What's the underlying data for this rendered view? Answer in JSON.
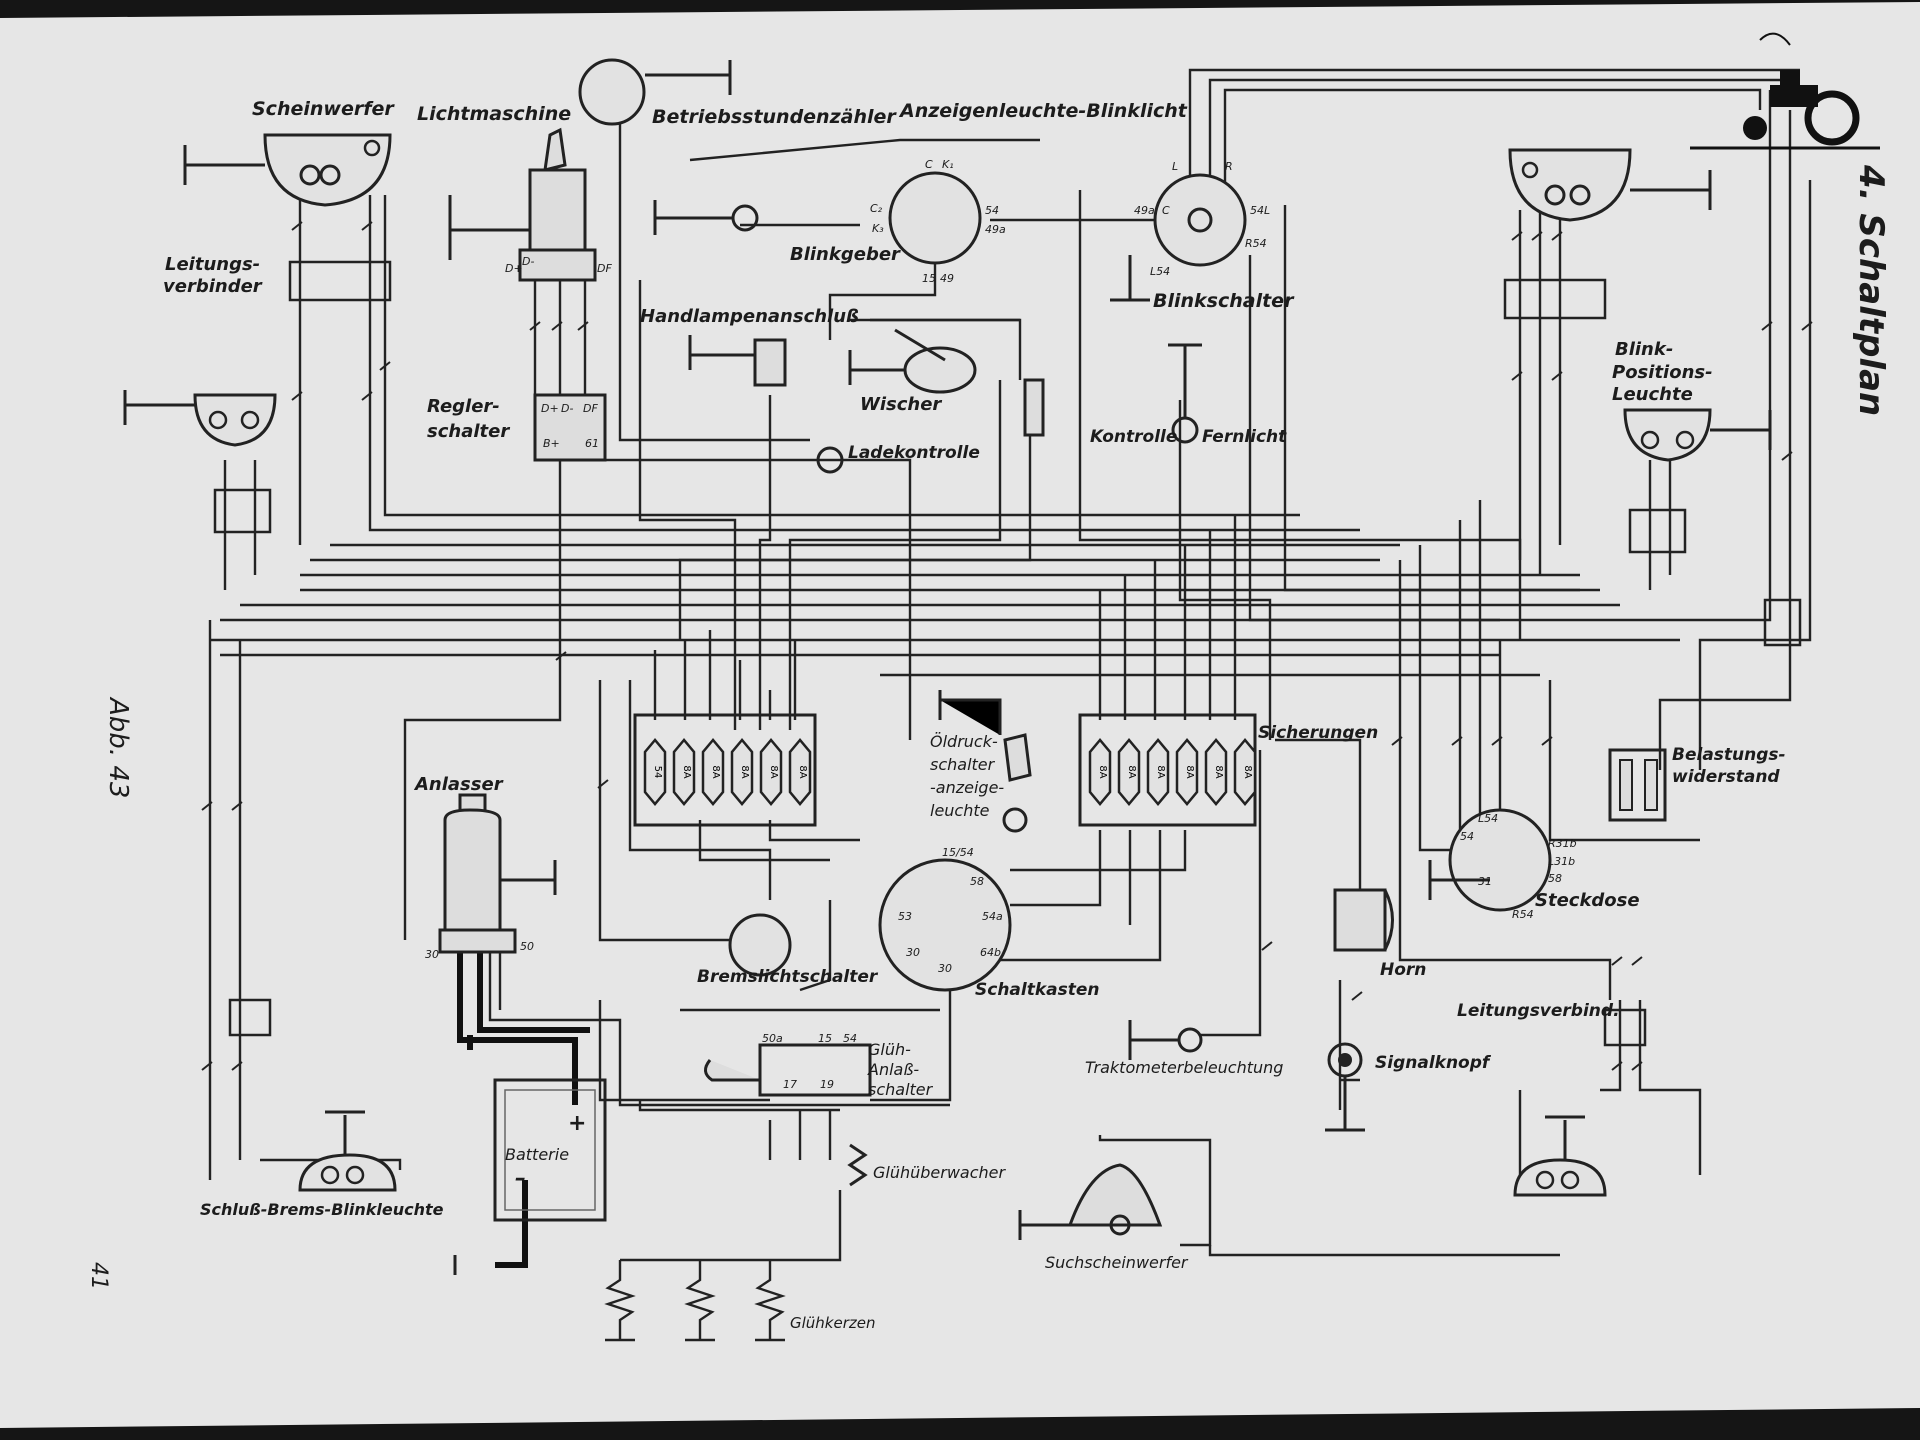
{
  "page": {
    "section_title": "4. Schaltplan",
    "figure_label": "Abb. 43",
    "page_number": "41"
  },
  "components": {
    "scheinwerfer": "Scheinwerfer",
    "lichtmaschine": "Lichtmaschine",
    "betriebsstundenzaehler": "Betriebsstundenzähler",
    "anzeigenleuchte": "Anzeigenleuchte-Blinklicht",
    "blinkgeber": "Blinkgeber",
    "blinkschalter": "Blinkschalter",
    "leitungsverbinder_1": "Leitungs-",
    "leitungsverbinder_2": "verbinder",
    "handlampenanschluss": "Handlampenanschluß",
    "wischer": "Wischer",
    "regler_1": "Regler-",
    "regler_2": "schalter",
    "ladekontrolle": "Ladekontrolle",
    "kontrolle": "Kontrolle",
    "fernlicht": "Fernlicht",
    "blinkpos_1": "Blink-",
    "blinkpos_2": "Positions-",
    "blinkpos_3": "Leuchte",
    "sicherungen": "Sicherungen",
    "oeldruck_1": "Öldruck-",
    "oeldruck_2": "schalter",
    "oeldruck_3": "-anzeige-",
    "oeldruck_4": "leuchte",
    "anlasser": "Anlasser",
    "belastung_1": "Belastungs-",
    "belastung_2": "widerstand",
    "steckdose": "Steckdose",
    "bremslichtschalter": "Bremslichtschalter",
    "schaltkasten": "Schaltkasten",
    "horn": "Horn",
    "leitungsverbind": "Leitungsverbind.",
    "gluehanlass_1": "Glüh-",
    "gluehanlass_2": "Anlaß-",
    "gluehanlass_3": "schalter",
    "traktometer": "Traktometerbeleuchtung",
    "signalknopf": "Signalknopf",
    "batterie": "Batterie",
    "glueh_ueberwacher": "Glühüberwacher",
    "schluss_leuchte": "Schluß-Brems-Blinkleuchte",
    "suchscheinwerfer": "Suchscheinwerfer",
    "gluehkerzen": "Glühkerzen"
  },
  "terminals": {
    "lima_dminus": "D-",
    "lima_dplus": "D+",
    "lima_df": "DF",
    "regler_dplus": "D+",
    "regler_dminus": "D-",
    "regler_df": "DF",
    "regler_bplus": "B+",
    "regler_61": "61",
    "bg_c": "C",
    "bg_k1": "K₁",
    "bg_c2": "C₂",
    "bg_k3": "K₃",
    "bg_54": "54",
    "bg_49a": "49a",
    "bg_15": "15",
    "bg_49": "49",
    "bs_l": "L",
    "bs_r": "R",
    "bs_49a": "49a",
    "bs_c": "C",
    "bs_54l": "54L",
    "bs_r54": "R54",
    "bs_l54": "L54",
    "anl_30": "30",
    "anl_50": "50",
    "sk_15_54": "15/54",
    "sk_58": "58",
    "sk_53": "53",
    "sk_54a": "54a",
    "sk_30a": "30",
    "sk_30b": "30",
    "sk_64b": "64b",
    "st_l54": "L54",
    "st_54": "54",
    "st_r31b": "R31b",
    "st_l31b": "L31b",
    "st_58": "58",
    "st_31": "31",
    "st_r54": "R54",
    "gs_50a": "50a",
    "gs_15": "15",
    "gs_54": "54",
    "gs_17": "17",
    "gs_19": "19",
    "bat_plus": "+",
    "bat_minus": "–"
  },
  "fuses_left": [
    "54",
    "8A",
    "8A",
    "8A",
    "8A",
    "8A"
  ],
  "fuses_right": [
    "8A",
    "8A",
    "8A",
    "8A",
    "8A",
    "8A"
  ],
  "corner_logo_icon": "tractor-icon"
}
